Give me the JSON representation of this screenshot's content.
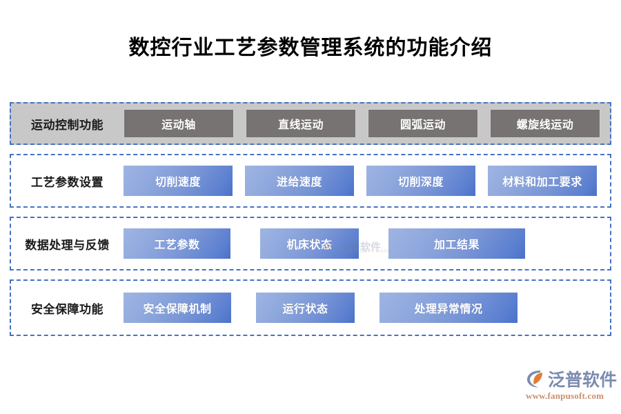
{
  "page": {
    "title": "数控行业工艺参数管理系统的功能介绍",
    "background_color": "#ffffff",
    "accent_color": "#4472c4"
  },
  "rows": [
    {
      "label": "运动控制功能",
      "style": "gray",
      "background_color": "#c8c8c8",
      "border_color": "#4472c4",
      "items": [
        {
          "label": "运动轴"
        },
        {
          "label": "直线运动"
        },
        {
          "label": "圆弧运动"
        },
        {
          "label": "螺旋线运动"
        }
      ]
    },
    {
      "label": "工艺参数设置",
      "style": "blue",
      "background_color": "#ffffff",
      "border_color": "#4472c4",
      "items": [
        {
          "label": "切削速度"
        },
        {
          "label": "进给速度"
        },
        {
          "label": "切削深度"
        },
        {
          "label": "材料和加工要求"
        }
      ]
    },
    {
      "label": "数据处理与反馈",
      "style": "blue",
      "background_color": "#ffffff",
      "border_color": "#4472c4",
      "items": [
        {
          "label": "工艺参数"
        },
        {
          "label": "机床状态"
        },
        {
          "label": "加工结果"
        }
      ]
    },
    {
      "label": "安全保障功能",
      "style": "blue",
      "background_color": "#ffffff",
      "border_color": "#4472c4",
      "items": [
        {
          "label": "安全保障机制"
        },
        {
          "label": "运行状态"
        },
        {
          "label": "处理异常情况"
        }
      ]
    }
  ],
  "watermark": {
    "text": "泛普软件",
    "subtext": "FANPU SOFTWARE"
  },
  "logo": {
    "name": "泛普软件",
    "url": "www.fanpusoft.com",
    "mark_color": "#7b8bb0",
    "mark_accent_color": "#e07b39",
    "text_color": "#7b8bb0",
    "url_color": "#c98e6e"
  }
}
